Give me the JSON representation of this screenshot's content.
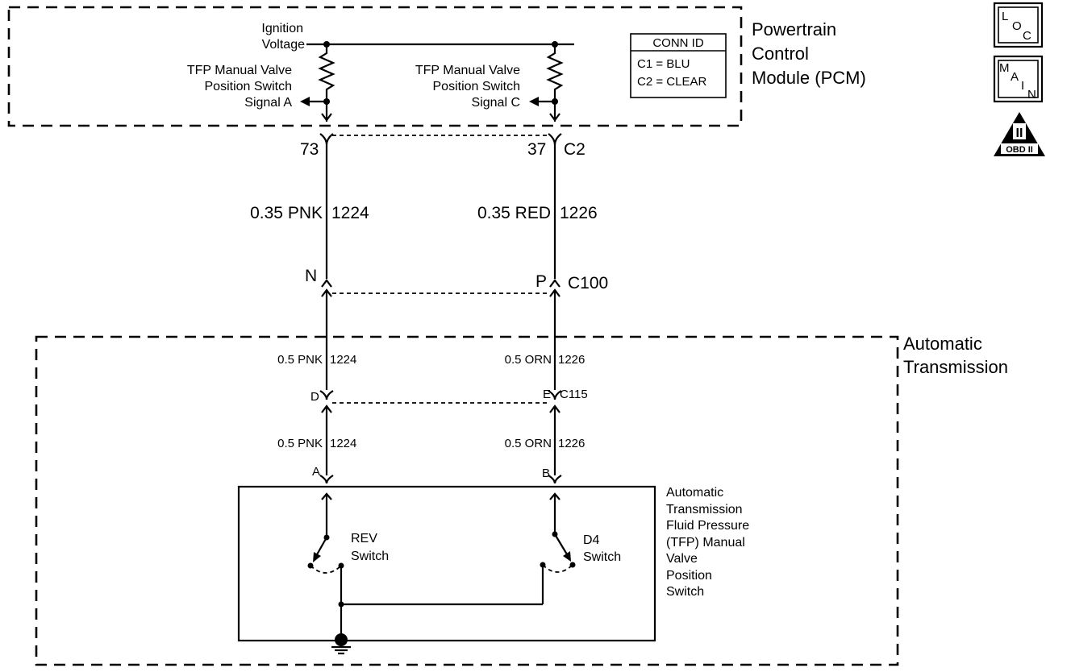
{
  "pcm": {
    "label_line1": "Powertrain",
    "label_line2": "Control",
    "label_line3": "Module (PCM)",
    "ignition_line1": "Ignition",
    "ignition_line2": "Voltage",
    "switch_a_line1": "TFP Manual Valve",
    "switch_a_line2": "Position Switch",
    "switch_a_line3": "Signal A",
    "switch_c_line1": "TFP Manual Valve",
    "switch_c_line2": "Position Switch",
    "switch_c_line3": "Signal C"
  },
  "conn_id": {
    "title": "CONN ID",
    "row1": "C1 = BLU",
    "row2": "C2 = CLEAR"
  },
  "badges": {
    "loc_l": "L",
    "loc_o": "O",
    "loc_c": "C",
    "main_m": "M",
    "main_a": "A",
    "main_i": "I",
    "main_n": "N",
    "obd_roman": "II",
    "obd_text": "OBD II"
  },
  "wires": {
    "left_pin_pcm": "73",
    "right_pin_pcm": "37",
    "pcm_connector": "C2",
    "left_wire_upper_gauge": "0.35 PNK",
    "left_wire_upper_circuit": "1224",
    "right_wire_upper_gauge": "0.35 RED",
    "right_wire_upper_circuit": "1226",
    "c100_left_pin": "N",
    "c100_right_pin": "P",
    "c100_label": "C100",
    "left_wire_mid_gauge": "0.5 PNK",
    "left_wire_mid_circuit": "1224",
    "right_wire_mid_gauge": "0.5 ORN",
    "right_wire_mid_circuit": "1226",
    "c115_left_pin": "D",
    "c115_right_pin": "E",
    "c115_label": "C115",
    "left_wire_low_gauge": "0.5 PNK",
    "left_wire_low_circuit": "1224",
    "right_wire_low_gauge": "0.5 ORN",
    "right_wire_low_circuit": "1226",
    "switch_left_pin": "A",
    "switch_right_pin": "B"
  },
  "transmission": {
    "label_line1": "Automatic",
    "label_line2": "Transmission"
  },
  "tfp_switch": {
    "label_line1": "Automatic",
    "label_line2": "Transmission",
    "label_line3": "Fluid Pressure",
    "label_line4": "(TFP) Manual",
    "label_line5": "Valve",
    "label_line6": "Position",
    "label_line7": "Switch",
    "rev_line1": "REV",
    "rev_line2": "Switch",
    "d4_line1": "D4",
    "d4_line2": "Switch"
  }
}
